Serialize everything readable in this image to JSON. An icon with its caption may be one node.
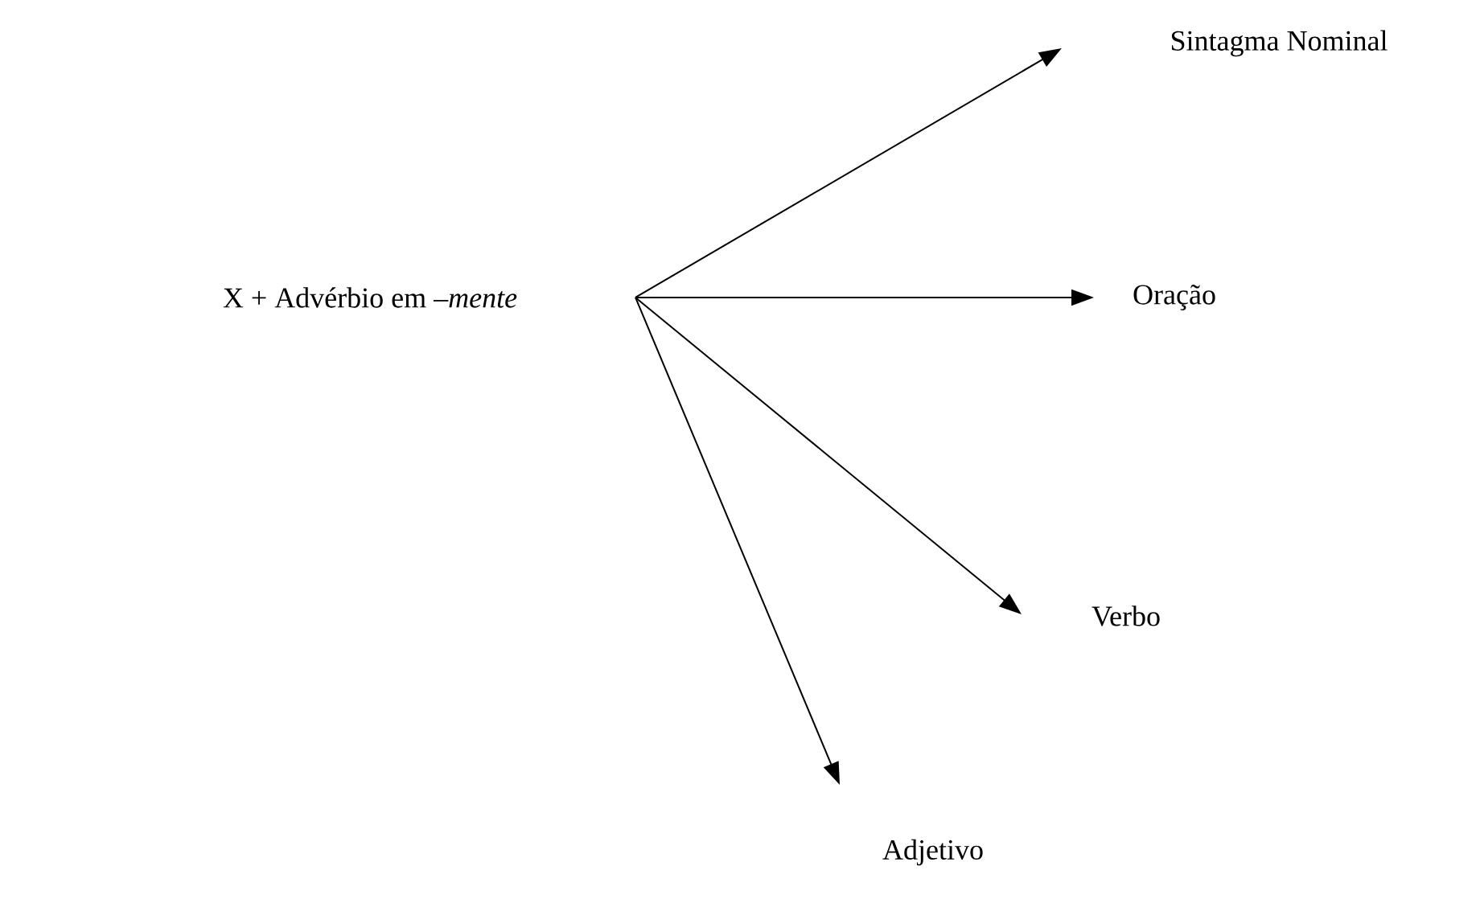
{
  "diagram": {
    "nodes": [
      {
        "text": [
          "X + Advérbio em –*mente*"
        ]
      },
      {
        "text": [
          "Sintagma Nominal"
        ]
      },
      {
        "text": [
          "Oração"
        ]
      },
      {
        "text": [
          "Verbo"
        ]
      },
      {
        "text": [
          "Adjetivo"
        ]
      }
    ],
    "edges": [
      {
        "from": 0,
        "to": 1,
        "arrow": "to"
      },
      {
        "from": 0,
        "to": 2,
        "arrow": "to"
      },
      {
        "from": 0,
        "to": 3,
        "arrow": "to"
      },
      {
        "from": 0,
        "to": 4,
        "arrow": "to"
      }
    ]
  }
}
